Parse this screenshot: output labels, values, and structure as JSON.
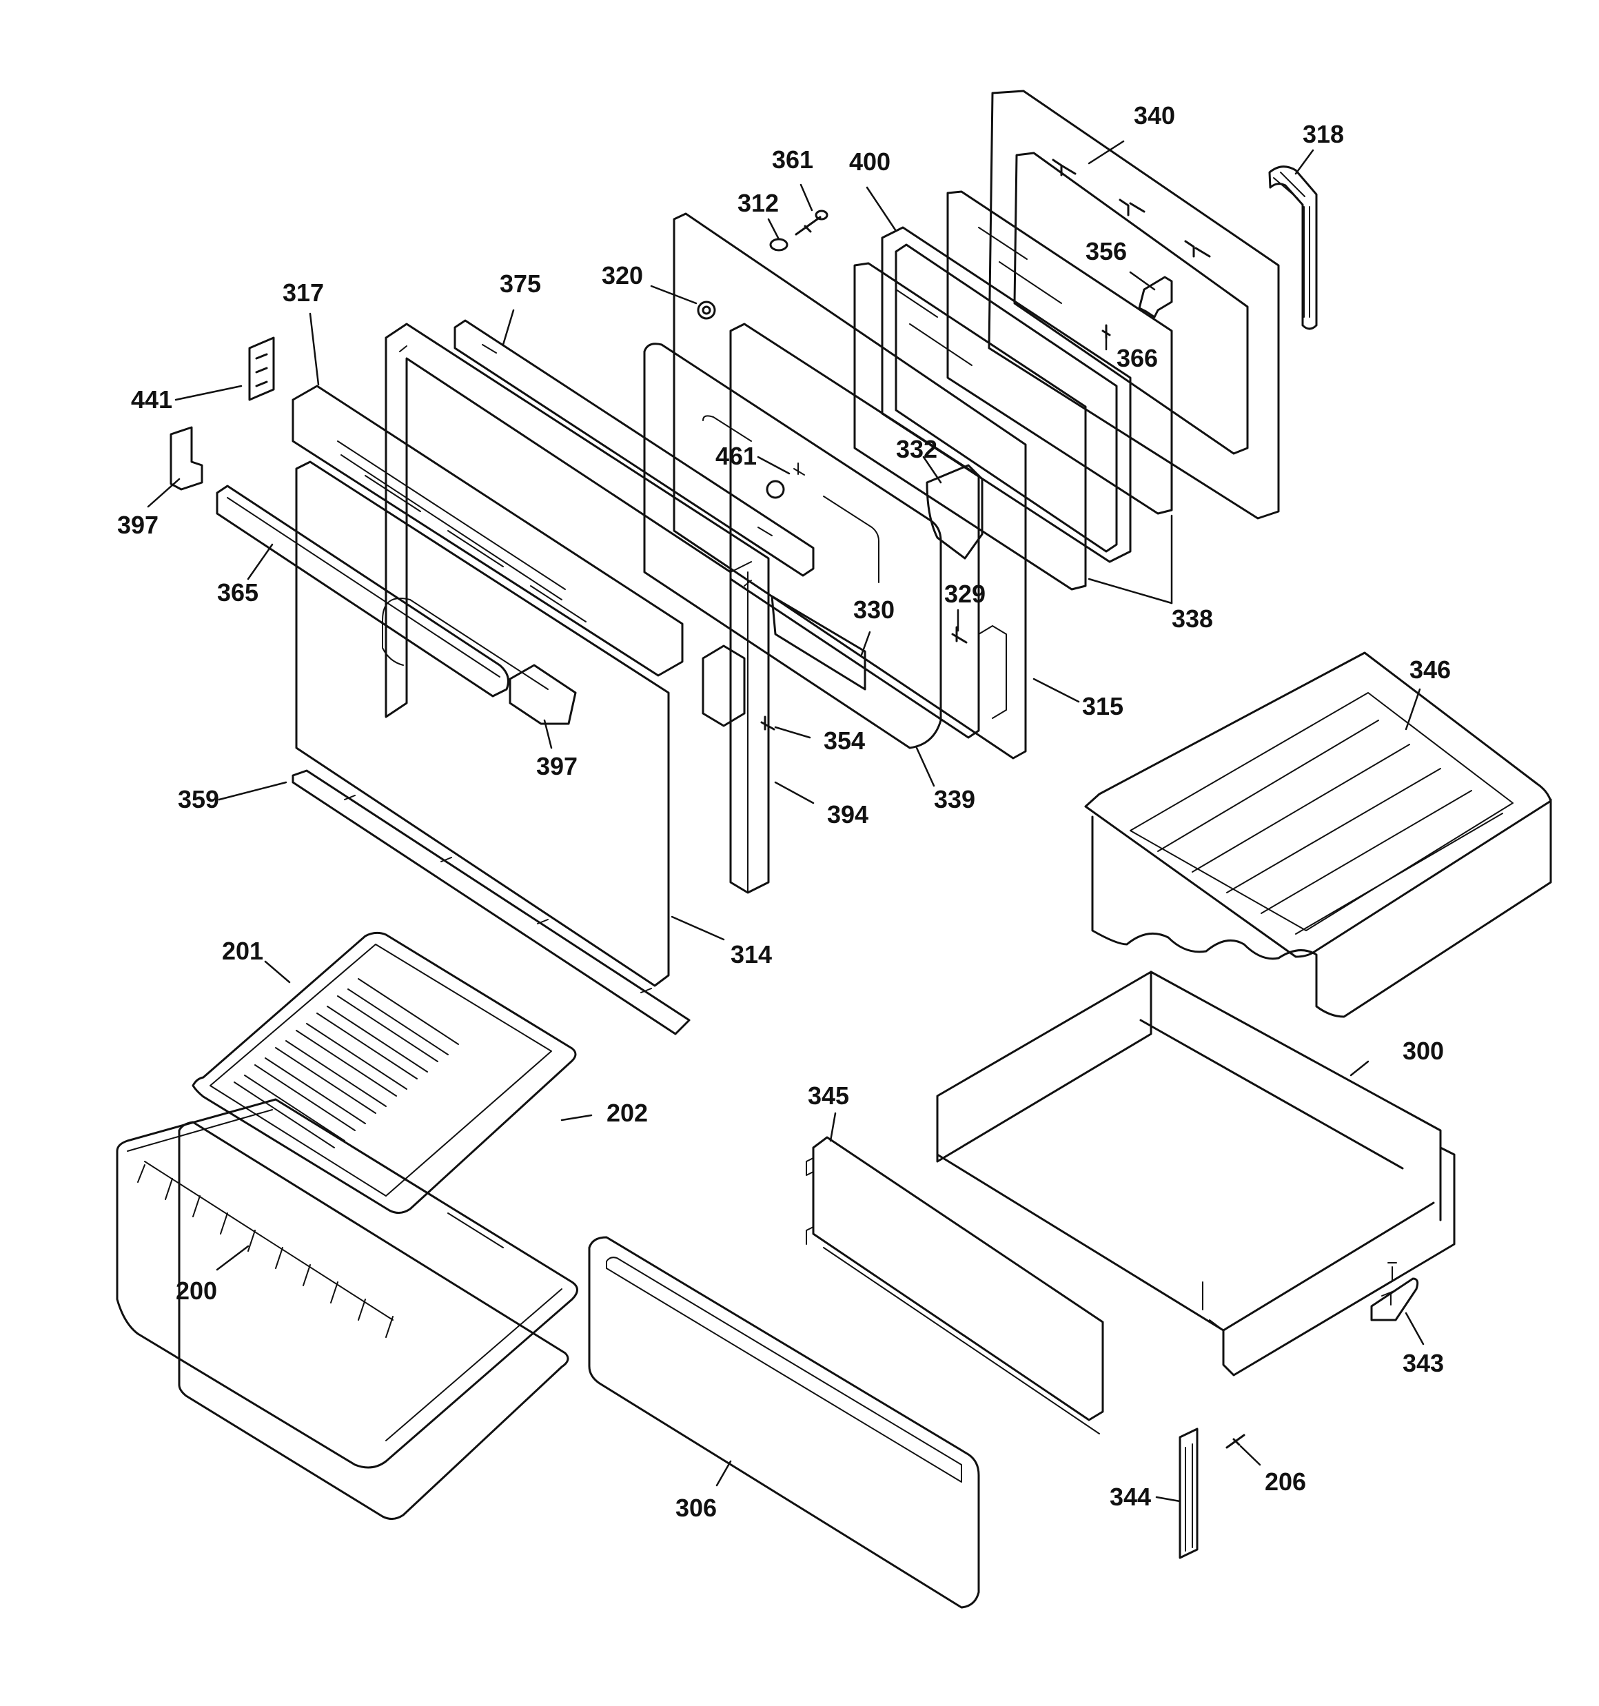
{
  "callouts": [
    {
      "id": "c340",
      "text": "340"
    },
    {
      "id": "c318",
      "text": "318"
    },
    {
      "id": "c361",
      "text": "361"
    },
    {
      "id": "c400",
      "text": "400"
    },
    {
      "id": "c312",
      "text": "312"
    },
    {
      "id": "c356",
      "text": "356"
    },
    {
      "id": "c320",
      "text": "320"
    },
    {
      "id": "c375",
      "text": "375"
    },
    {
      "id": "c317",
      "text": "317"
    },
    {
      "id": "c366",
      "text": "366"
    },
    {
      "id": "c441",
      "text": "441"
    },
    {
      "id": "c461",
      "text": "461"
    },
    {
      "id": "c332",
      "text": "332"
    },
    {
      "id": "c397a",
      "text": "397"
    },
    {
      "id": "c365",
      "text": "365"
    },
    {
      "id": "c329",
      "text": "329"
    },
    {
      "id": "c330",
      "text": "330"
    },
    {
      "id": "c338",
      "text": "338"
    },
    {
      "id": "c346",
      "text": "346"
    },
    {
      "id": "c315",
      "text": "315"
    },
    {
      "id": "c354",
      "text": "354"
    },
    {
      "id": "c397b",
      "text": "397"
    },
    {
      "id": "c359",
      "text": "359"
    },
    {
      "id": "c339",
      "text": "339"
    },
    {
      "id": "c394",
      "text": "394"
    },
    {
      "id": "c314",
      "text": "314"
    },
    {
      "id": "c201",
      "text": "201"
    },
    {
      "id": "c300",
      "text": "300"
    },
    {
      "id": "c202",
      "text": "202"
    },
    {
      "id": "c345",
      "text": "345"
    },
    {
      "id": "c200",
      "text": "200"
    },
    {
      "id": "c343",
      "text": "343"
    },
    {
      "id": "c206",
      "text": "206"
    },
    {
      "id": "c344",
      "text": "344"
    },
    {
      "id": "c306",
      "text": "306"
    }
  ]
}
